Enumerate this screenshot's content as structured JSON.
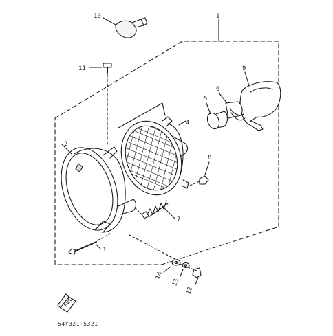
{
  "diagram": {
    "callouts": [
      {
        "id": "1",
        "text": "1"
      },
      {
        "id": "2",
        "text": "2"
      },
      {
        "id": "3",
        "text": "3"
      },
      {
        "id": "4",
        "text": "4"
      },
      {
        "id": "5",
        "text": "5"
      },
      {
        "id": "6",
        "text": "6"
      },
      {
        "id": "7",
        "text": "7"
      },
      {
        "id": "8",
        "text": "8"
      },
      {
        "id": "9",
        "text": "9"
      },
      {
        "id": "10",
        "text": "10"
      },
      {
        "id": "11",
        "text": "11"
      },
      {
        "id": "12",
        "text": "12"
      },
      {
        "id": "13",
        "text": "13"
      },
      {
        "id": "14",
        "text": "14"
      }
    ],
    "fwd_label": "FWD",
    "drawing_code": "54Y321-5321",
    "line_color": "#1a1a1a"
  }
}
